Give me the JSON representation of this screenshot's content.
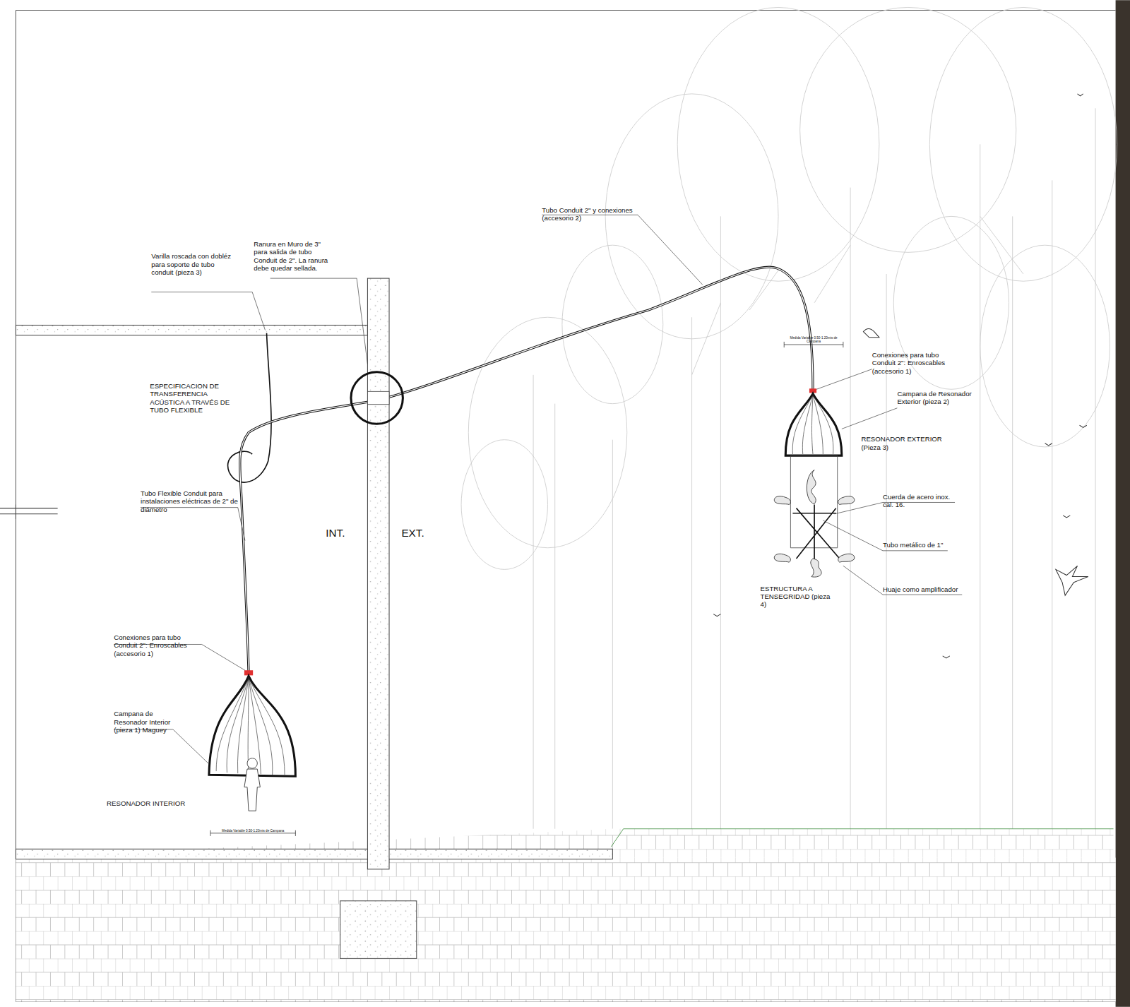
{
  "diagram": {
    "labels": [
      "Tubo Conduit 2\" y conexiones (accesorio 2)",
      "Ranura en Muro de 3\" para salida de tubo Conduit de 2\". La ranura debe quedar sellada.",
      "Varilla roscada con dobléz para soporte de tubo conduit (pieza 3)",
      "ESPECIFICACION DE TRANSFERENCIA ACÚSTICA A TRAVÉS DE TUBO FLEXIBLE",
      "Tubo Flexible Conduit para instalaciones eléctricas de 2\" de diámetro",
      "INT.",
      "EXT.",
      "Conexiones para tubo Conduit 2\": Enroscables (accesorio 1)",
      "Campana de Resonador Interior (pieza 1) Maguey",
      "RESONADOR INTERIOR",
      "Medida Variable 0.50-1.20mts de Campana",
      "Medida Variable 0.50-1.20mts de Campana",
      "Conexiones para tubo Conduit 2\": Enroscables (accesorio 1)",
      "Campana de Resonador Exterior (pieza 2)",
      "RESONADOR EXTERIOR (Pieza 3)",
      "Cuerda de acero inox. cal. 16.",
      "Tubo metálico de 1\"",
      "ESTRUCTURA A TENSEGRIDAD (pieza 4)",
      "Huaje como amplificador"
    ]
  }
}
